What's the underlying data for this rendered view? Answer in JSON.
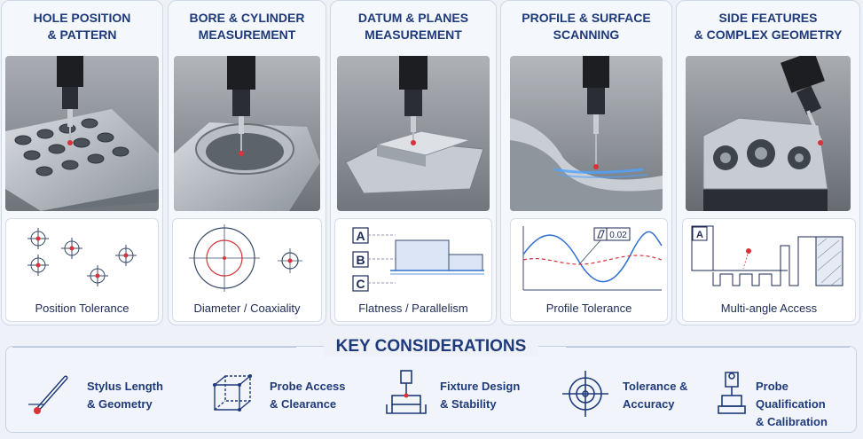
{
  "columns": [
    {
      "title": "HOLE POSITION\n& PATTERN",
      "caption": "Position Tolerance"
    },
    {
      "title": "BORE & CYLINDER\nMEASUREMENT",
      "caption": "Diameter / Coaxiality"
    },
    {
      "title": "DATUM & PLANES\nMEASUREMENT",
      "caption": "Flatness / Parallelism",
      "datums": [
        "A",
        "B",
        "C"
      ]
    },
    {
      "title": "PROFILE & SURFACE\nSCANNING",
      "caption": "Profile Tolerance",
      "tolerance": "0.02"
    },
    {
      "title": "SIDE FEATURES\n& COMPLEX GEOMETRY",
      "caption": "Multi-angle Access",
      "datum": "A"
    }
  ],
  "key_considerations": {
    "title": "KEY CONSIDERATIONS",
    "items": [
      {
        "label": "Stylus Length\n& Geometry",
        "icon": "stylus-icon"
      },
      {
        "label": "Probe Access\n& Clearance",
        "icon": "cube-icon"
      },
      {
        "label": "Fixture Design\n& Stability",
        "icon": "fixture-icon"
      },
      {
        "label": "Tolerance &\nAccuracy",
        "icon": "target-icon"
      },
      {
        "label": "Probe Qualification\n& Calibration",
        "icon": "calibration-icon"
      }
    ]
  },
  "colors": {
    "title": "#1f3a7a",
    "accent_red": "#d8323a",
    "accent_blue": "#2f6fd0"
  }
}
